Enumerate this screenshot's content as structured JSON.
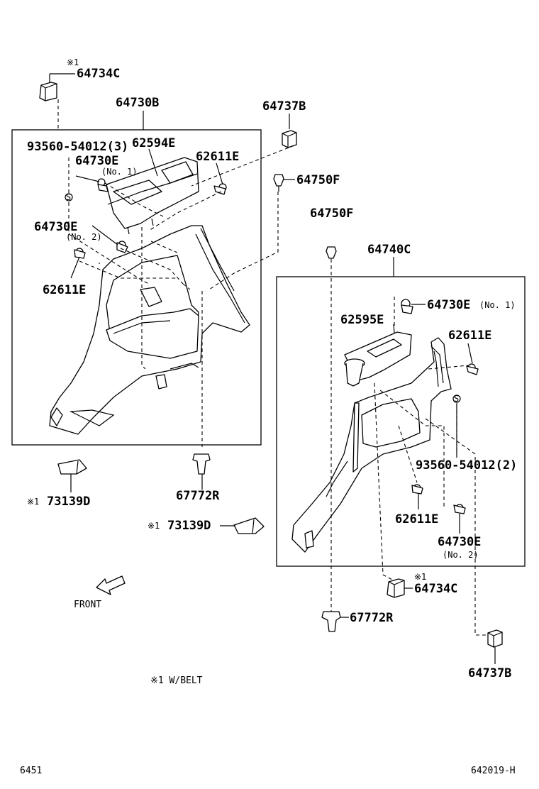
{
  "labels": {
    "note_mark_1": "※1",
    "p64734C_top": "64734C",
    "p64730B": "64730B",
    "p64737B_top": "64737B",
    "p93560_3": "93560-54012(3)",
    "p62594E": "62594E",
    "p64730E_no1_left": "64730E",
    "no1_left": "(No. 1)",
    "p62611E_top_left": "62611E",
    "p64750F_top": "64750F",
    "p64730E_no2_left": "64730E",
    "no2_left": "(No. 2)",
    "p62611E_left": "62611E",
    "p64750F_mid": "64750F",
    "p64740C": "64740C",
    "p64730E_no1_right": "64730E",
    "no1_right": "(No. 1)",
    "p62595E": "62595E",
    "p62611E_right_top": "62611E",
    "p93560_2": "93560-54012(2)",
    "p62611E_right_bottom": "62611E",
    "p64730E_no2_right": "64730E",
    "no2_right": "(No. 2)",
    "note_mark_2": "※1",
    "p64734C_bottom": "64734C",
    "p67772R_left": "67772R",
    "p73139D_left": "73139D",
    "note_mark_3": "※1",
    "p73139D_mid": "73139D",
    "note_mark_4": "※1",
    "p67772R_bottom": "67772R",
    "p64737B_bottom": "64737B",
    "front": "FRONT",
    "footnote": "※1 W/BELT",
    "page_code_left": "6451",
    "page_code_right": "642019-H"
  }
}
